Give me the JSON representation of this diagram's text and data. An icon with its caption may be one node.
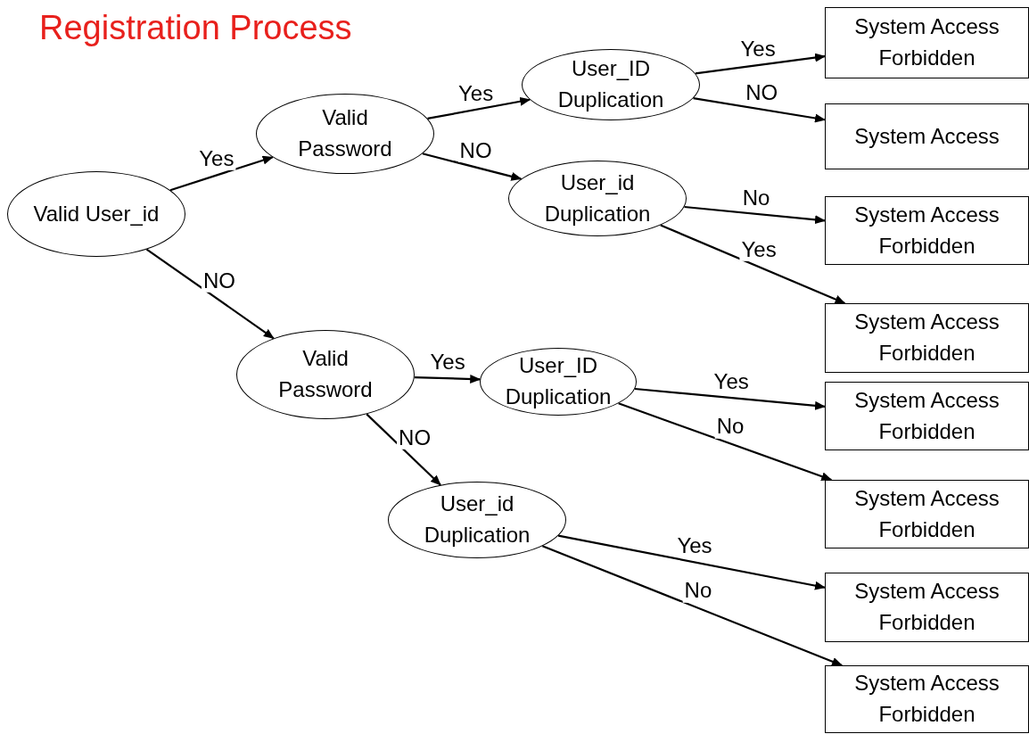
{
  "diagram": {
    "title": "Registration Process",
    "nodes": [
      {
        "text": [
          "Valid User_id"
        ]
      },
      {
        "text": [
          "Valid Password"
        ]
      },
      {
        "text": [
          "User_ID Duplication"
        ]
      },
      {
        "text": [
          "User_id Duplication"
        ]
      },
      {
        "text": [
          "Valid Password"
        ]
      },
      {
        "text": [
          "User_ID Duplication"
        ]
      },
      {
        "text": [
          "User_id Duplication"
        ]
      },
      {
        "text": [
          "System Access Forbidden"
        ]
      },
      {
        "text": [
          "System Access"
        ]
      },
      {
        "text": [
          "System Access Forbidden"
        ]
      },
      {
        "text": [
          "System Access Forbidden"
        ]
      },
      {
        "text": [
          "System Access Forbidden"
        ]
      },
      {
        "text": [
          "System Access Forbidden"
        ]
      },
      {
        "text": [
          "System Access Forbidden"
        ]
      },
      {
        "text": [
          "System Access Forbidden"
        ]
      }
    ],
    "edges": [
      {
        "from": 0,
        "to": 1,
        "arrow": "to",
        "label": "Yes"
      },
      {
        "from": 0,
        "to": 4,
        "arrow": "to",
        "label": "NO"
      },
      {
        "from": 1,
        "to": 2,
        "arrow": "to",
        "label": "Yes"
      },
      {
        "from": 1,
        "to": 3,
        "arrow": "to",
        "label": "NO"
      },
      {
        "from": 2,
        "to": 7,
        "arrow": "to",
        "label": "Yes"
      },
      {
        "from": 2,
        "to": 8,
        "arrow": "to",
        "label": "NO"
      },
      {
        "from": 3,
        "to": 9,
        "arrow": "to",
        "label": "No"
      },
      {
        "from": 3,
        "to": 10,
        "arrow": "to",
        "label": "Yes"
      },
      {
        "from": 4,
        "to": 5,
        "arrow": "to",
        "label": "Yes"
      },
      {
        "from": 4,
        "to": 6,
        "arrow": "to",
        "label": "NO"
      },
      {
        "from": 5,
        "to": 11,
        "arrow": "to",
        "label": "Yes"
      },
      {
        "from": 5,
        "to": 12,
        "arrow": "to",
        "label": "No"
      },
      {
        "from": 6,
        "to": 13,
        "arrow": "to",
        "label": "Yes"
      },
      {
        "from": 6,
        "to": 14,
        "arrow": "to",
        "label": "No"
      }
    ]
  }
}
